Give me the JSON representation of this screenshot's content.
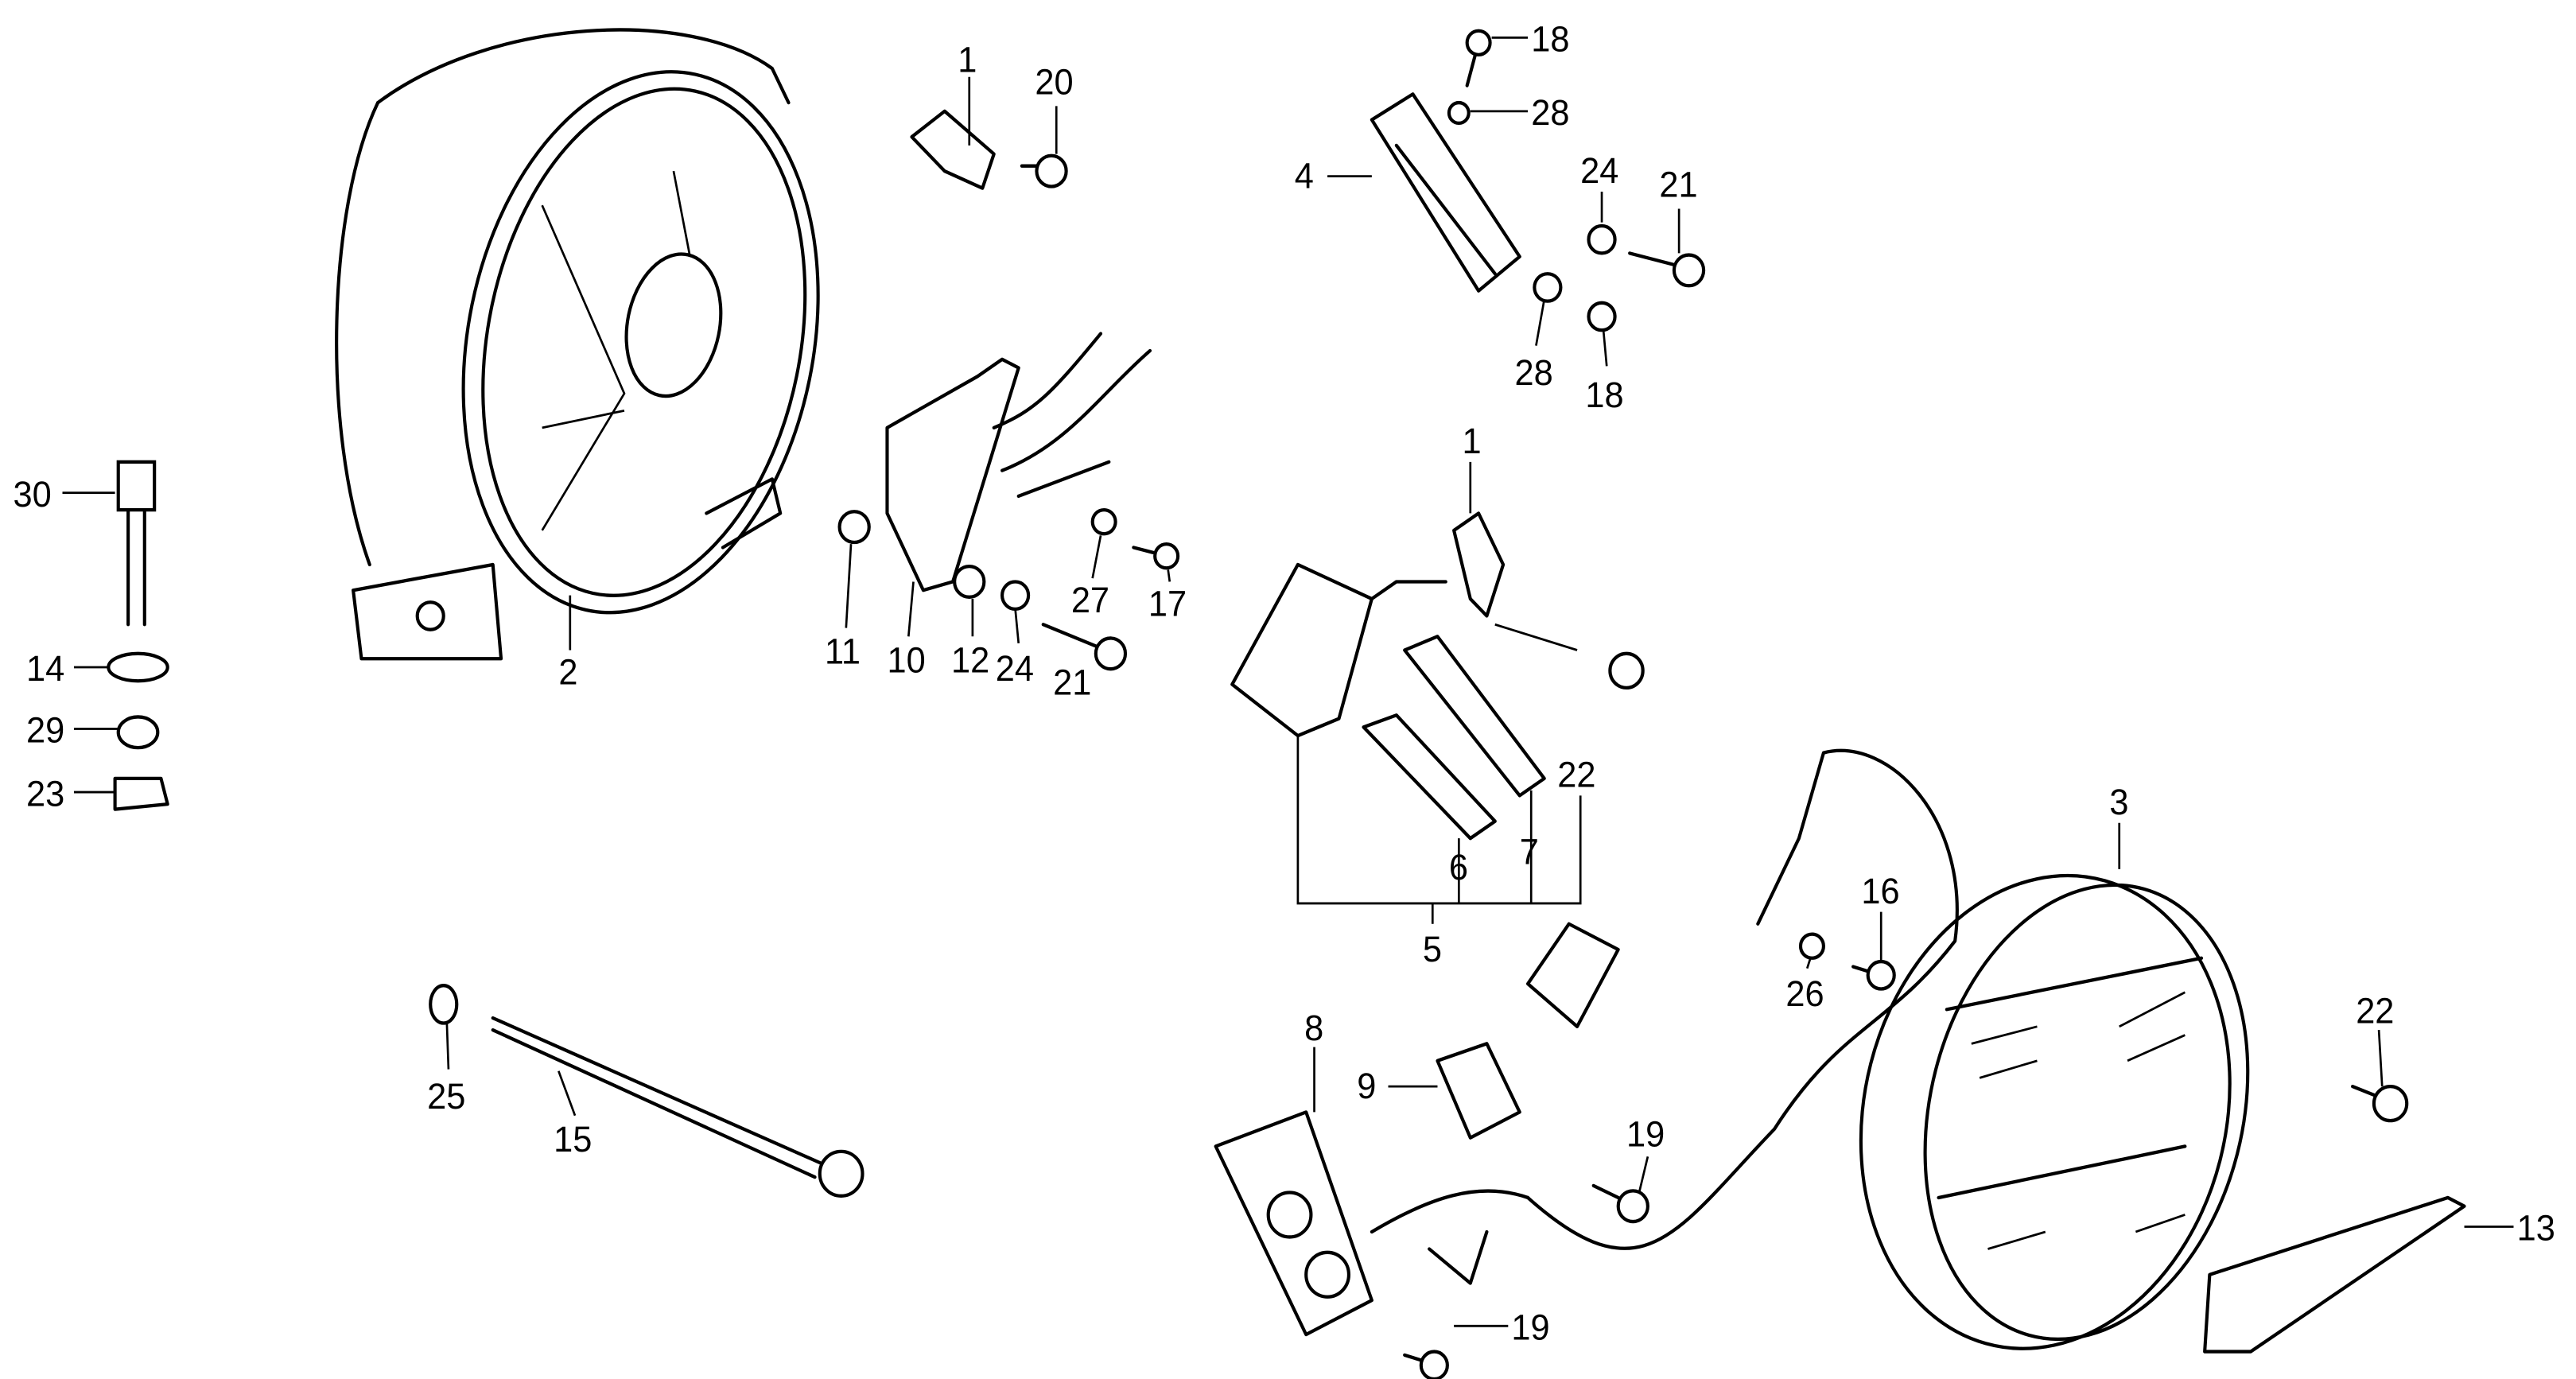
{
  "diagram": {
    "callouts": {
      "c1a": "1",
      "c20": "20",
      "c18a": "18",
      "c28a": "28",
      "c4": "4",
      "c24a": "24",
      "c21a": "21",
      "c28b": "28",
      "c18b": "18",
      "c30": "30",
      "c14": "14",
      "c29": "29",
      "c23": "23",
      "c2": "2",
      "c11": "11",
      "c10": "10",
      "c12": "12",
      "c24b": "24",
      "c21b": "21",
      "c27": "27",
      "c17": "17",
      "c1b": "1",
      "c22a": "22",
      "c6": "6",
      "c7": "7",
      "c5": "5",
      "c3": "3",
      "c16": "16",
      "c26": "26",
      "c22b": "22",
      "c8": "8",
      "c9": "9",
      "c19a": "19",
      "c19b": "19",
      "c25": "25",
      "c15": "15",
      "c13": "13"
    },
    "line_color": "#000000",
    "background": "#ffffff"
  }
}
